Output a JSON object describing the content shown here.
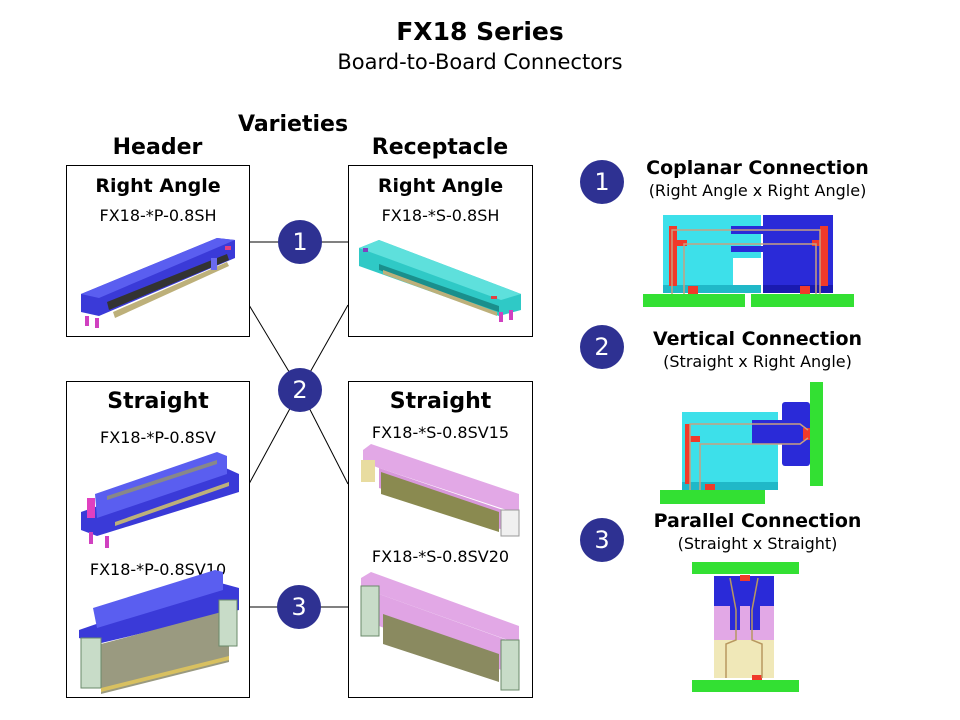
{
  "header": {
    "title": "FX18 Series",
    "subtitle": "Board-to-Board Connectors"
  },
  "varieties": {
    "label": "Varieties",
    "header_col": "Header",
    "receptacle_col": "Receptacle",
    "boxes": {
      "header_right_angle": {
        "title": "Right Angle",
        "parts": [
          "FX18-*P-0.8SH"
        ]
      },
      "receptacle_right_angle": {
        "title": "Right Angle",
        "parts": [
          "FX18-*S-0.8SH"
        ]
      },
      "header_straight": {
        "title": "Straight",
        "parts": [
          "FX18-*P-0.8SV",
          "FX18-*P-0.8SV10"
        ]
      },
      "receptacle_straight": {
        "title": "Straight",
        "parts": [
          "FX18-*S-0.8SV15",
          "FX18-*S-0.8SV20"
        ]
      }
    }
  },
  "markers": [
    "1",
    "2",
    "3"
  ],
  "connections": [
    {
      "number": "1",
      "title": "Coplanar Connection",
      "subtitle": "(Right Angle x Right Angle)"
    },
    {
      "number": "2",
      "title": "Vertical Connection",
      "subtitle": "(Straight x Right Angle)"
    },
    {
      "number": "3",
      "title": "Parallel Connection",
      "subtitle": "(Straight x Straight)"
    }
  ],
  "colors": {
    "marker": "#2e3192",
    "header_blue": "#3a3ad8",
    "receptacle_cyan": "#2fc9c6",
    "receptacle_pink": "#e2a8e6",
    "board_green": "#33e033",
    "contact_red": "#f03a2a"
  }
}
